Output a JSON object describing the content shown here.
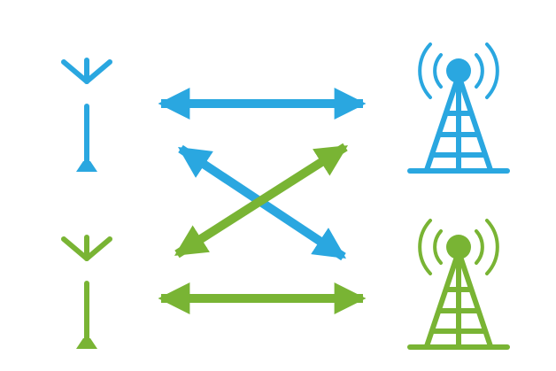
{
  "colors": {
    "blue": "#2aa7e0",
    "green": "#79b434",
    "background": "#ffffff"
  },
  "nodes": [
    {
      "name": "antenna-blue-icon",
      "kind": "antenna",
      "color": "blue"
    },
    {
      "name": "antenna-green-icon",
      "kind": "antenna",
      "color": "green"
    },
    {
      "name": "tower-blue-icon",
      "kind": "cell-tower",
      "color": "blue"
    },
    {
      "name": "tower-green-icon",
      "kind": "cell-tower",
      "color": "green"
    }
  ],
  "connections": [
    {
      "name": "arrow-blue-horizontal",
      "from": "antenna-blue-icon",
      "to": "tower-blue-icon",
      "color": "blue",
      "direction": "bidirectional"
    },
    {
      "name": "arrow-blue-diagonal",
      "from": "antenna-blue-icon",
      "to": "tower-green-icon",
      "color": "blue",
      "direction": "bidirectional"
    },
    {
      "name": "arrow-green-diagonal",
      "from": "antenna-green-icon",
      "to": "tower-blue-icon",
      "color": "green",
      "direction": "bidirectional"
    },
    {
      "name": "arrow-green-horizontal",
      "from": "antenna-green-icon",
      "to": "tower-green-icon",
      "color": "green",
      "direction": "bidirectional"
    }
  ]
}
